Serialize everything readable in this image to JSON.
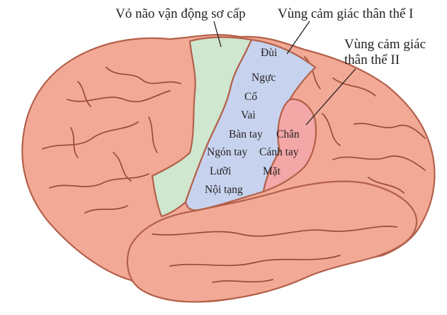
{
  "callouts": {
    "primary_motor": "Vỏ não vận động sơ cấp",
    "somatosensory_1": "Vùng cảm giác thân thể I",
    "somatosensory_2_line1": "Vùng cảm giác",
    "somatosensory_2_line2": "thân thể II"
  },
  "somatosensory_1_parts": [
    "Đùi",
    "Ngực",
    "Cổ",
    "Vai",
    "Bàn tay",
    "Ngón tay",
    "Lưỡi",
    "Nội tạng"
  ],
  "somatosensory_2_parts": [
    "Chân",
    "Cánh tay",
    "Mặt"
  ],
  "colors": {
    "brain_fill": "#f2aa96",
    "brain_outline": "#b3604a",
    "gyrus_lines": "#9c4a36",
    "motor_cortex": "#cfe6cf",
    "somatosensory_1": "#c7d3ee",
    "somatosensory_2": "#f3a7a7",
    "leader_line": "#231f20"
  }
}
